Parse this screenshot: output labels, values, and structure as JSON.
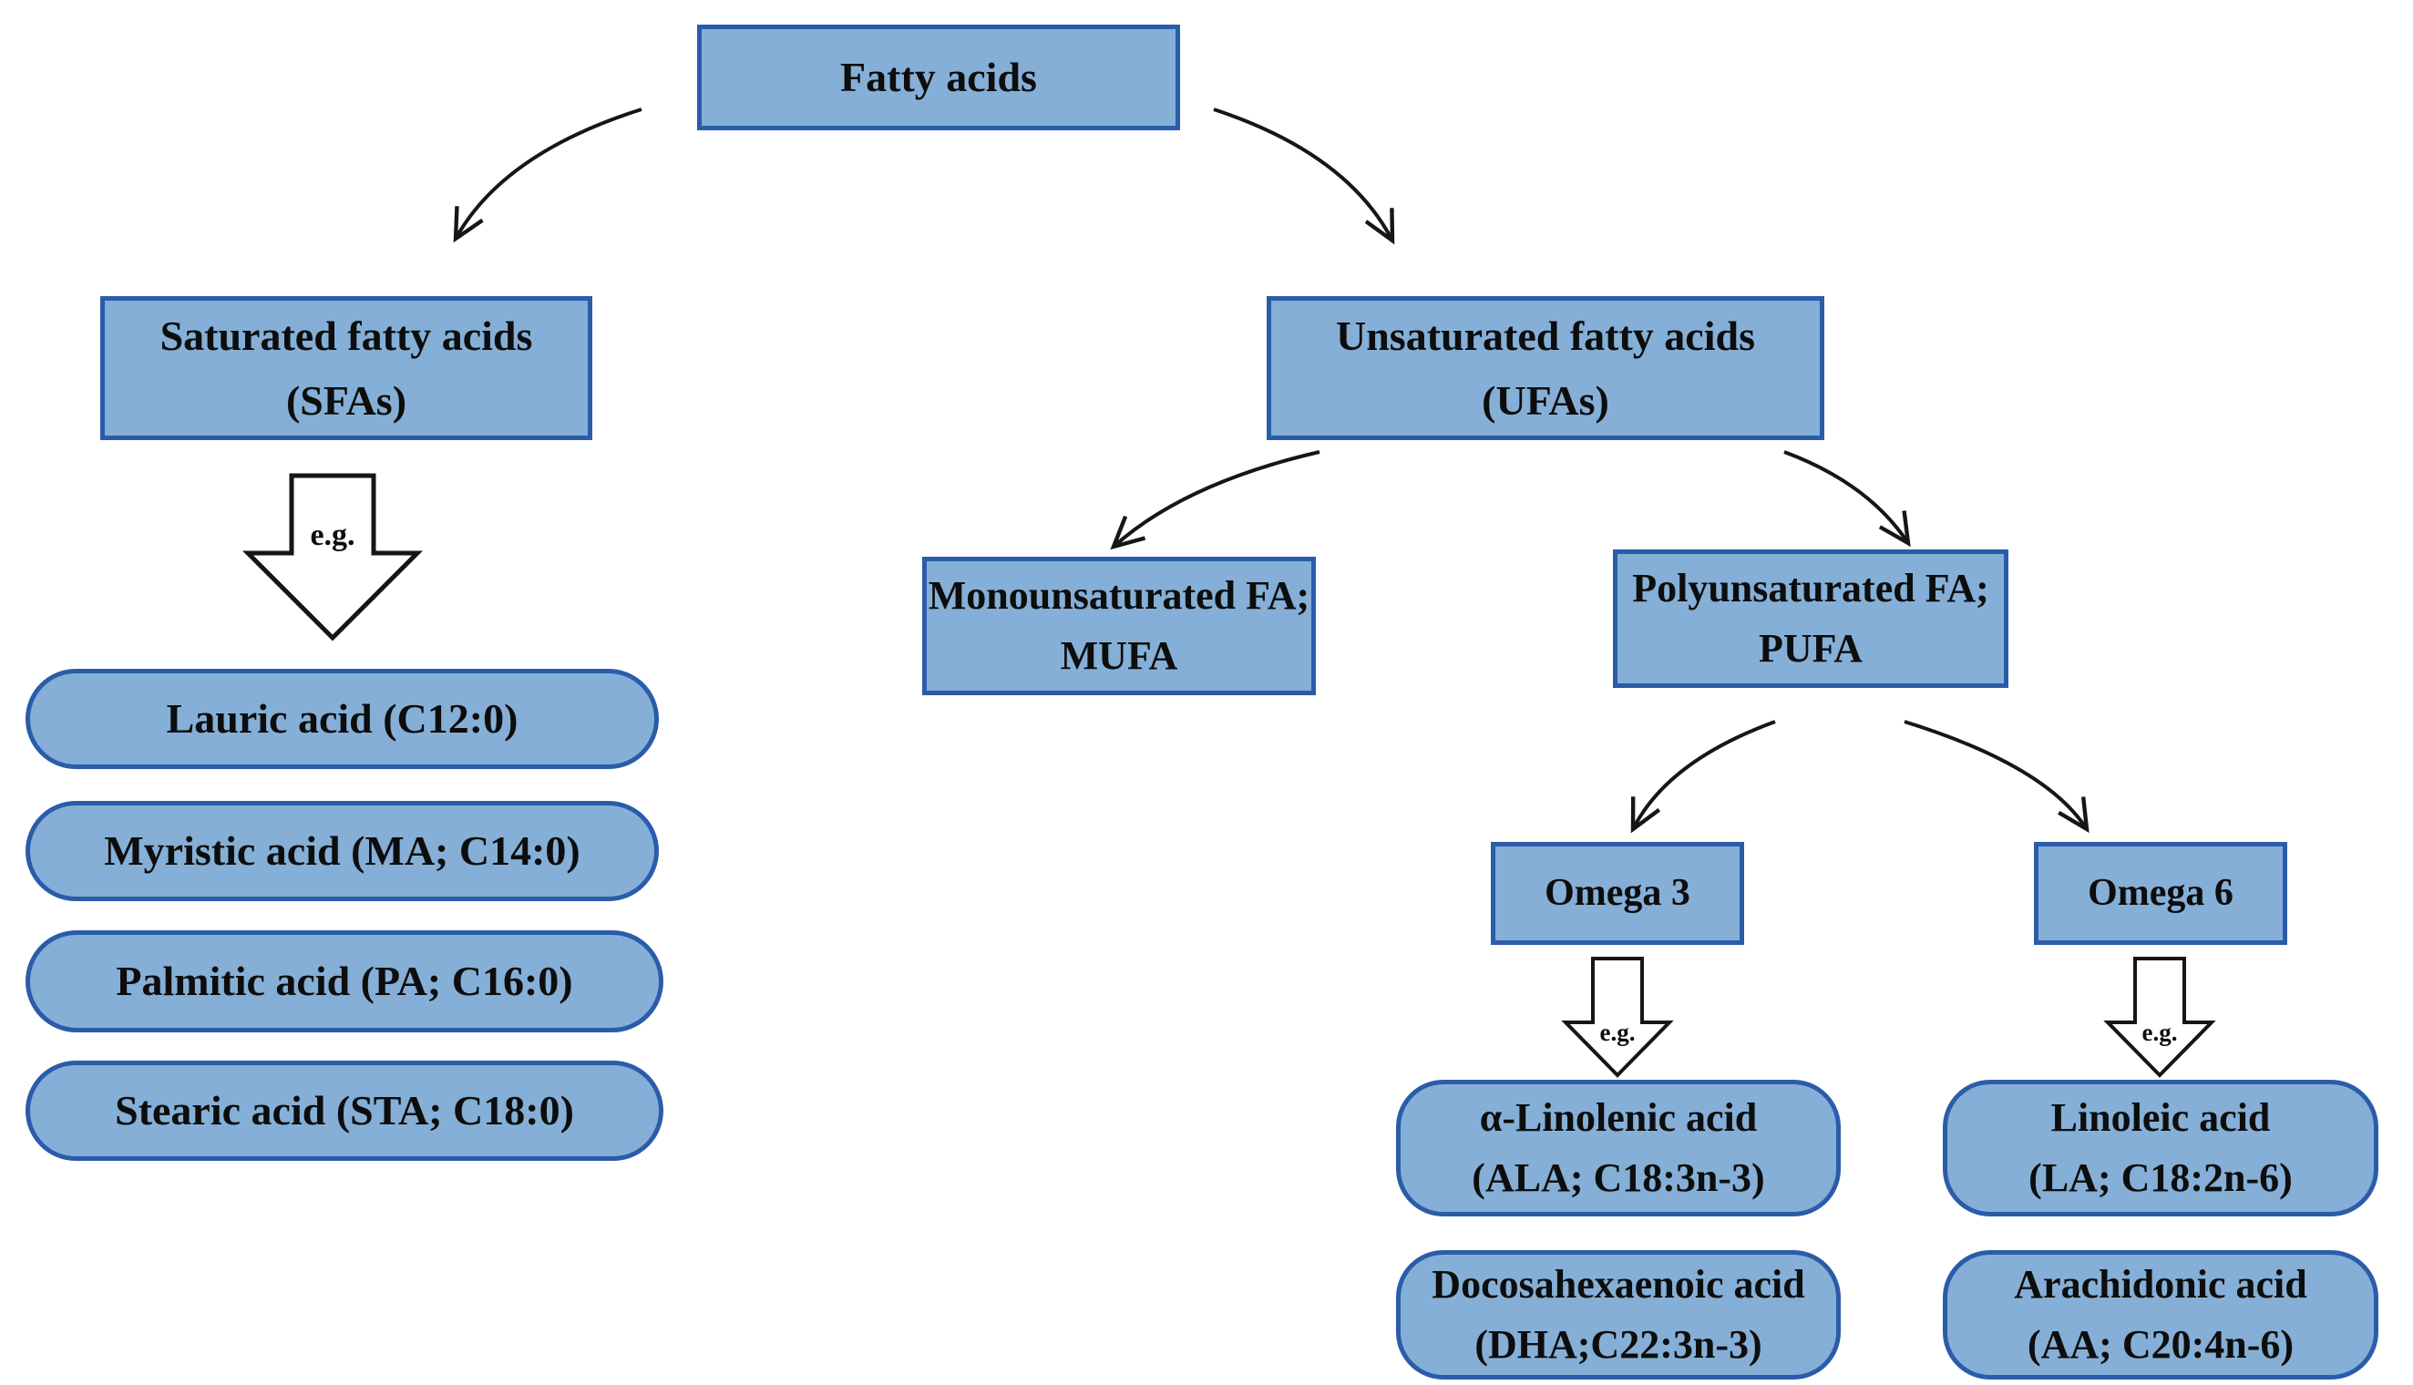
{
  "colors": {
    "node_fill": "#85AFD6",
    "node_border": "#2A5CAA",
    "arrow": "#161616",
    "background": "#FFFFFF"
  },
  "nodes": {
    "root": {
      "label": "Fatty acids"
    },
    "sfa": {
      "line1": "Saturated fatty acids",
      "line2": "(SFAs)"
    },
    "ufa": {
      "line1": "Unsaturated fatty acids",
      "line2": "(UFAs)"
    },
    "mufa": {
      "line1": "Monounsaturated FA;",
      "line2": "MUFA"
    },
    "pufa": {
      "line1": "Polyunsaturated FA;",
      "line2": "PUFA"
    },
    "omega3": {
      "label": "Omega 3"
    },
    "omega6": {
      "label": "Omega 6"
    },
    "lauric": {
      "label": "Lauric acid (C12:0)"
    },
    "myristic": {
      "label": "Myristic acid (MA; C14:0)"
    },
    "palmitic": {
      "label": "Palmitic acid (PA; C16:0)"
    },
    "stearic": {
      "label": "Stearic acid (STA; C18:0)"
    },
    "ala": {
      "line1": "α-Linolenic acid",
      "line2": "(ALA; C18:3n-3)"
    },
    "dha": {
      "line1": "Docosahexaenoic acid",
      "line2": "(DHA;C22:3n-3)"
    },
    "la": {
      "line1": "Linoleic acid",
      "line2": "(LA; C18:2n-6)"
    },
    "aa": {
      "line1": "Arachidonic acid",
      "line2": "(AA; C20:4n-6)"
    }
  },
  "annotations": {
    "eg": "e.g."
  }
}
